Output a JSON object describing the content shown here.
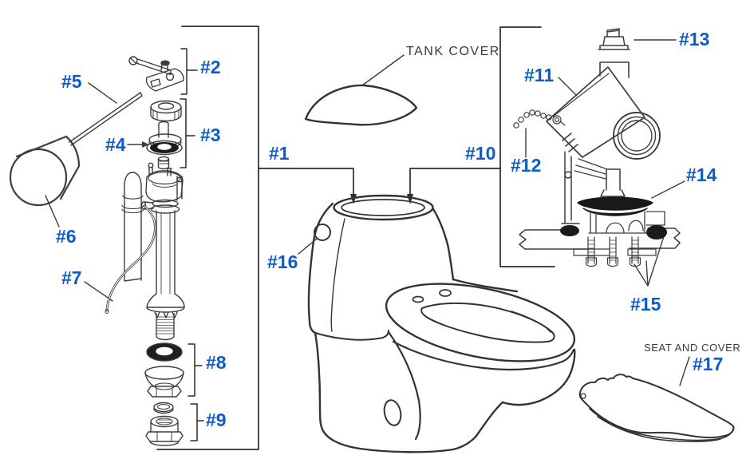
{
  "colors": {
    "label_blue": "#0d5bc6",
    "line_dark": "#3d3d3d",
    "background": "#ffffff"
  },
  "callouts": {
    "tank_cover": "TANK COVER",
    "seat_and_cover": "SEAT AND COVER"
  },
  "part_labels": [
    {
      "id": "1",
      "label": "#1"
    },
    {
      "id": "2",
      "label": "#2"
    },
    {
      "id": "3",
      "label": "#3"
    },
    {
      "id": "4",
      "label": "#4"
    },
    {
      "id": "5",
      "label": "#5"
    },
    {
      "id": "6",
      "label": "#6"
    },
    {
      "id": "7",
      "label": "#7"
    },
    {
      "id": "8",
      "label": "#8"
    },
    {
      "id": "9",
      "label": "#9"
    },
    {
      "id": "10",
      "label": "#10"
    },
    {
      "id": "11",
      "label": "#11"
    },
    {
      "id": "12",
      "label": "#12"
    },
    {
      "id": "13",
      "label": "#13"
    },
    {
      "id": "14",
      "label": "#14"
    },
    {
      "id": "15",
      "label": "#15"
    },
    {
      "id": "16",
      "label": "#16"
    },
    {
      "id": "17",
      "label": "#17"
    }
  ]
}
